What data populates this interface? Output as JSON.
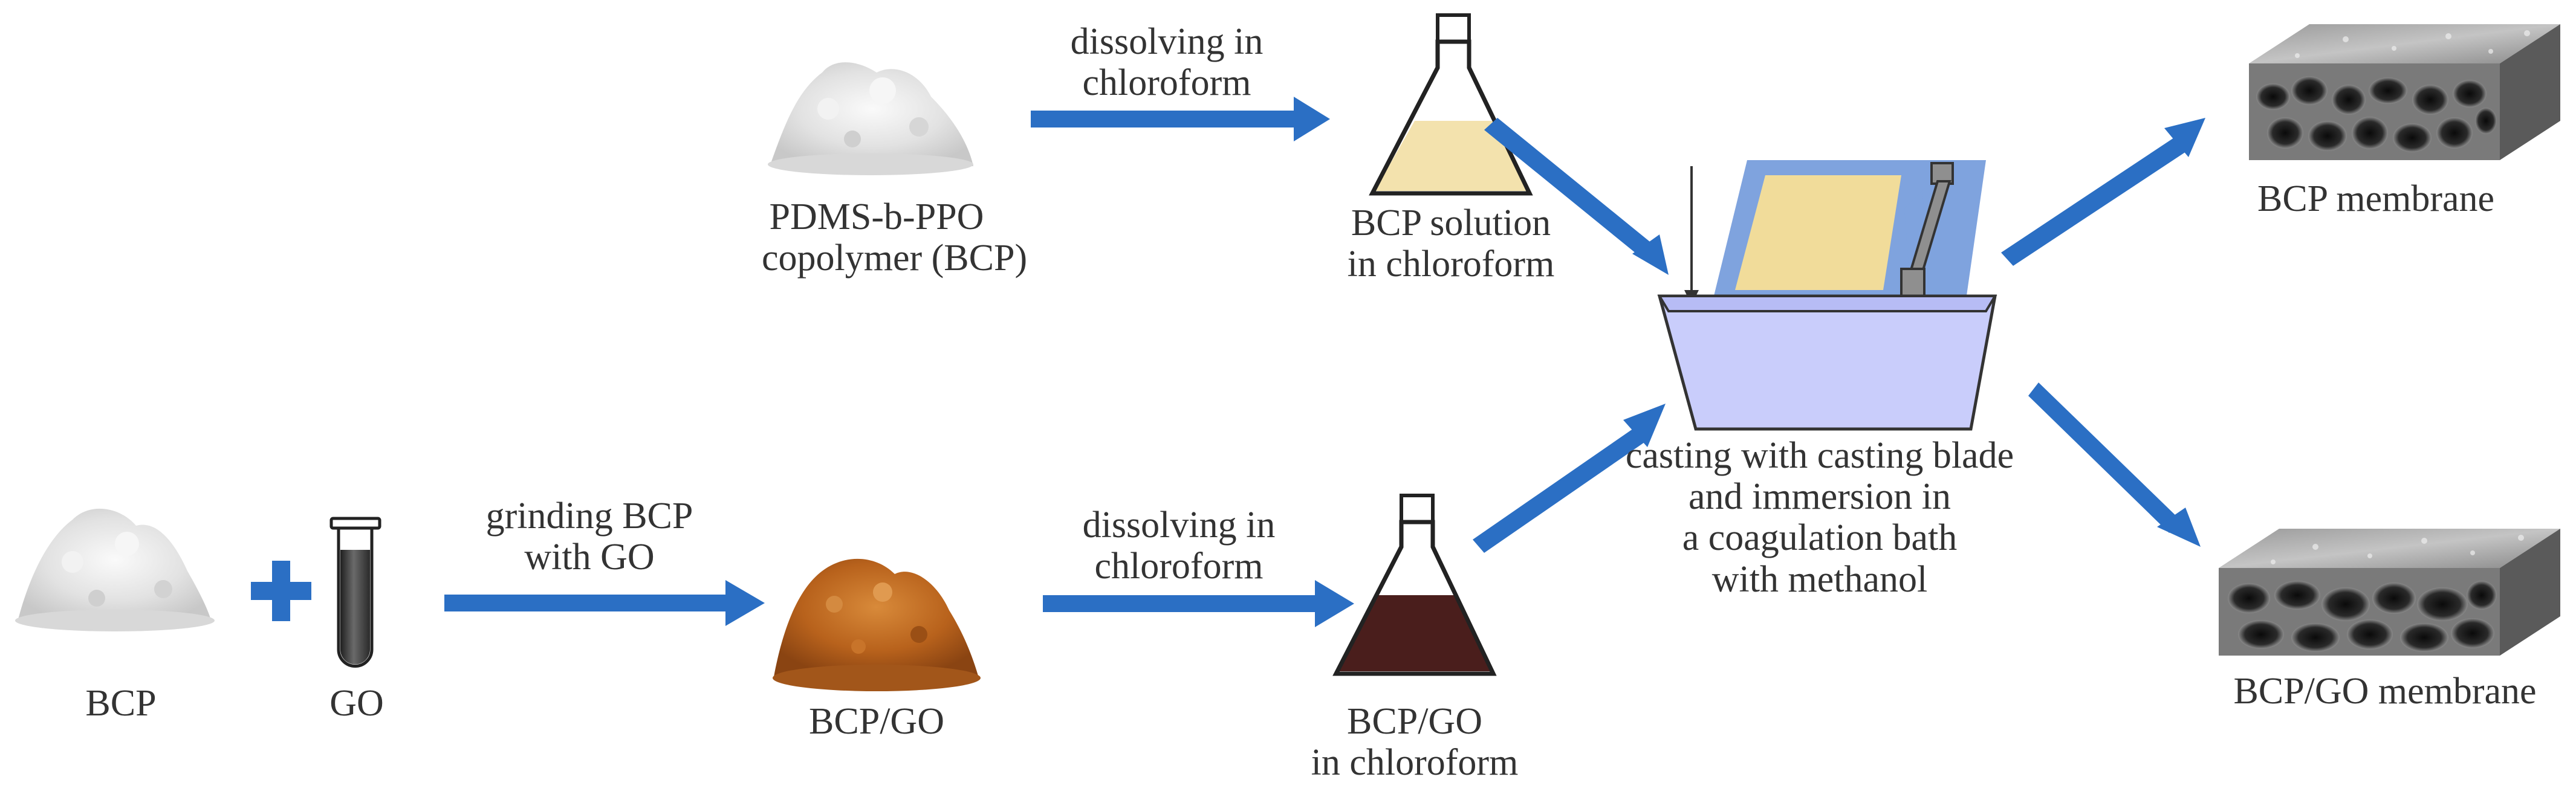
{
  "colors": {
    "arrow": "#2b6fc4",
    "powder_white": "#e4e4e4",
    "powder_brown": "#b8621c",
    "bcp_solution": "#f3e2ad",
    "go_solution": "#4a1e1c",
    "bath": "#c9cdfb",
    "frame": "#7fa3de",
    "film": "#f1dc9a",
    "plus": "#2b6fc4",
    "text": "#333333"
  },
  "labels": {
    "bcp_powder": [
      "PDMS-b-PPO",
      "copolymer (BCP)"
    ],
    "dissolve_top": [
      "dissolving in",
      "chloroform"
    ],
    "bcp_solution": [
      "BCP solution",
      "in chloroform"
    ],
    "bcp_membrane": "BCP membrane",
    "bcp": "BCP",
    "go": "GO",
    "grinding": [
      "grinding BCP",
      "with GO"
    ],
    "bcp_go": "BCP/GO",
    "dissolve_bottom": [
      "dissolving in",
      "chloroform"
    ],
    "bcp_go_solution": [
      "BCP/GO",
      "in chloroform"
    ],
    "casting": [
      "casting with casting blade",
      "and immersion in",
      "a coagulation bath",
      "with methanol"
    ],
    "bcp_go_membrane": "BCP/GO membrane"
  },
  "icons": {
    "white_powder": "powder-pile-icon",
    "brown_powder": "powder-pile-icon",
    "flask": "erlenmeyer-flask-icon",
    "test_tube": "test-tube-icon",
    "plus": "plus-icon",
    "casting": "casting-bath-icon",
    "membrane": "porous-membrane-icon"
  }
}
